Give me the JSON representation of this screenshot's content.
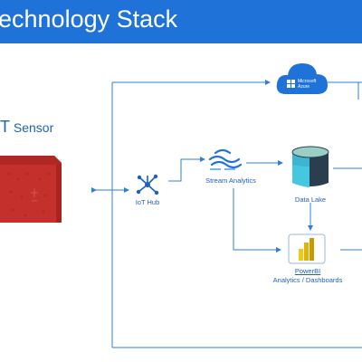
{
  "header": {
    "title": "echnology Stack"
  },
  "sensor": {
    "label_big": "T",
    "label_small": " Sensor"
  },
  "nodes": {
    "iot_hub": "IoT Hub",
    "stream_analytics": "Stream Analytics",
    "data_lake": "Data Lake",
    "powerbi": "PowerBI",
    "dashboards": "Analytics / Dashboards",
    "azure_line1": "Microsoft",
    "azure_line2": "Azure"
  },
  "colors": {
    "header": "#1f73d8",
    "connector": "#2f7fd8",
    "sensor": "#c4302b",
    "label": "#1f5fbf"
  }
}
